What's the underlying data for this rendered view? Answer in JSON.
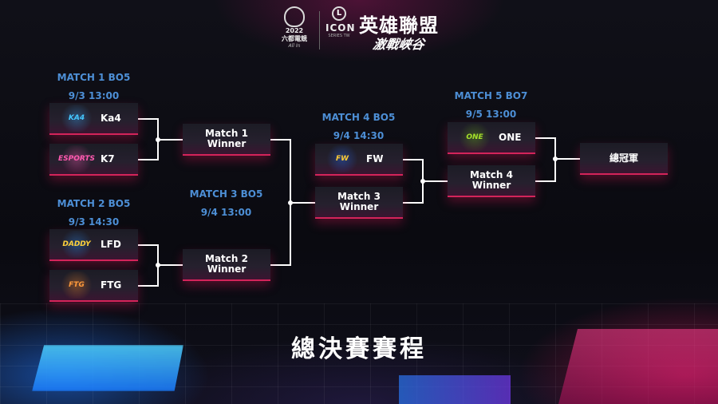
{
  "header": {
    "organizer": {
      "name": "六都電競",
      "year": "2022",
      "tagline": "All In"
    },
    "series": {
      "name": "ICON",
      "sub": "SERIES TW"
    },
    "title": "英雄聯盟",
    "subtitle": "激戰峽谷"
  },
  "matches": {
    "m1": {
      "title": "MATCH 1  BO5",
      "date": "9/3 13:00"
    },
    "m2": {
      "title": "MATCH 2  BO5",
      "date": "9/3  14:30"
    },
    "m3": {
      "title": "MATCH 3  BO5",
      "date": "9/4  13:00"
    },
    "m4": {
      "title": "MATCH 4  BO5",
      "date": "9/4  14:30"
    },
    "m5": {
      "title": "MATCH 5  BO7",
      "date": "9/5  13:00"
    }
  },
  "teams": {
    "ka4": {
      "name": "Ka4",
      "logo_text": "KA4",
      "icon": "ka4-logo-icon"
    },
    "k7": {
      "name": "K7",
      "logo_text": "ESPORTS",
      "icon": "k7-logo-icon"
    },
    "lfd": {
      "name": "LFD",
      "logo_text": "DADDY",
      "icon": "lfd-logo-icon"
    },
    "ftg": {
      "name": "FTG",
      "logo_text": "FTG",
      "icon": "ftg-logo-icon"
    },
    "fw": {
      "name": "FW",
      "logo_text": "FW",
      "icon": "fw-logo-icon"
    },
    "one": {
      "name": "ONE",
      "logo_text": "ONE",
      "icon": "one-logo-icon"
    }
  },
  "winners": {
    "w1": {
      "line1": "Match 1",
      "line2": "Winner"
    },
    "w2": {
      "line1": "Match 2",
      "line2": "Winner"
    },
    "w3": {
      "line1": "Match 3",
      "line2": "Winner"
    },
    "w4": {
      "line1": "Match 4",
      "line2": "Winner"
    }
  },
  "champion": "總冠軍",
  "footer_title": "總決賽賽程",
  "colors": {
    "accent": "#d3245a",
    "label_blue": "#4d8fd6",
    "line": "#ffffff"
  }
}
